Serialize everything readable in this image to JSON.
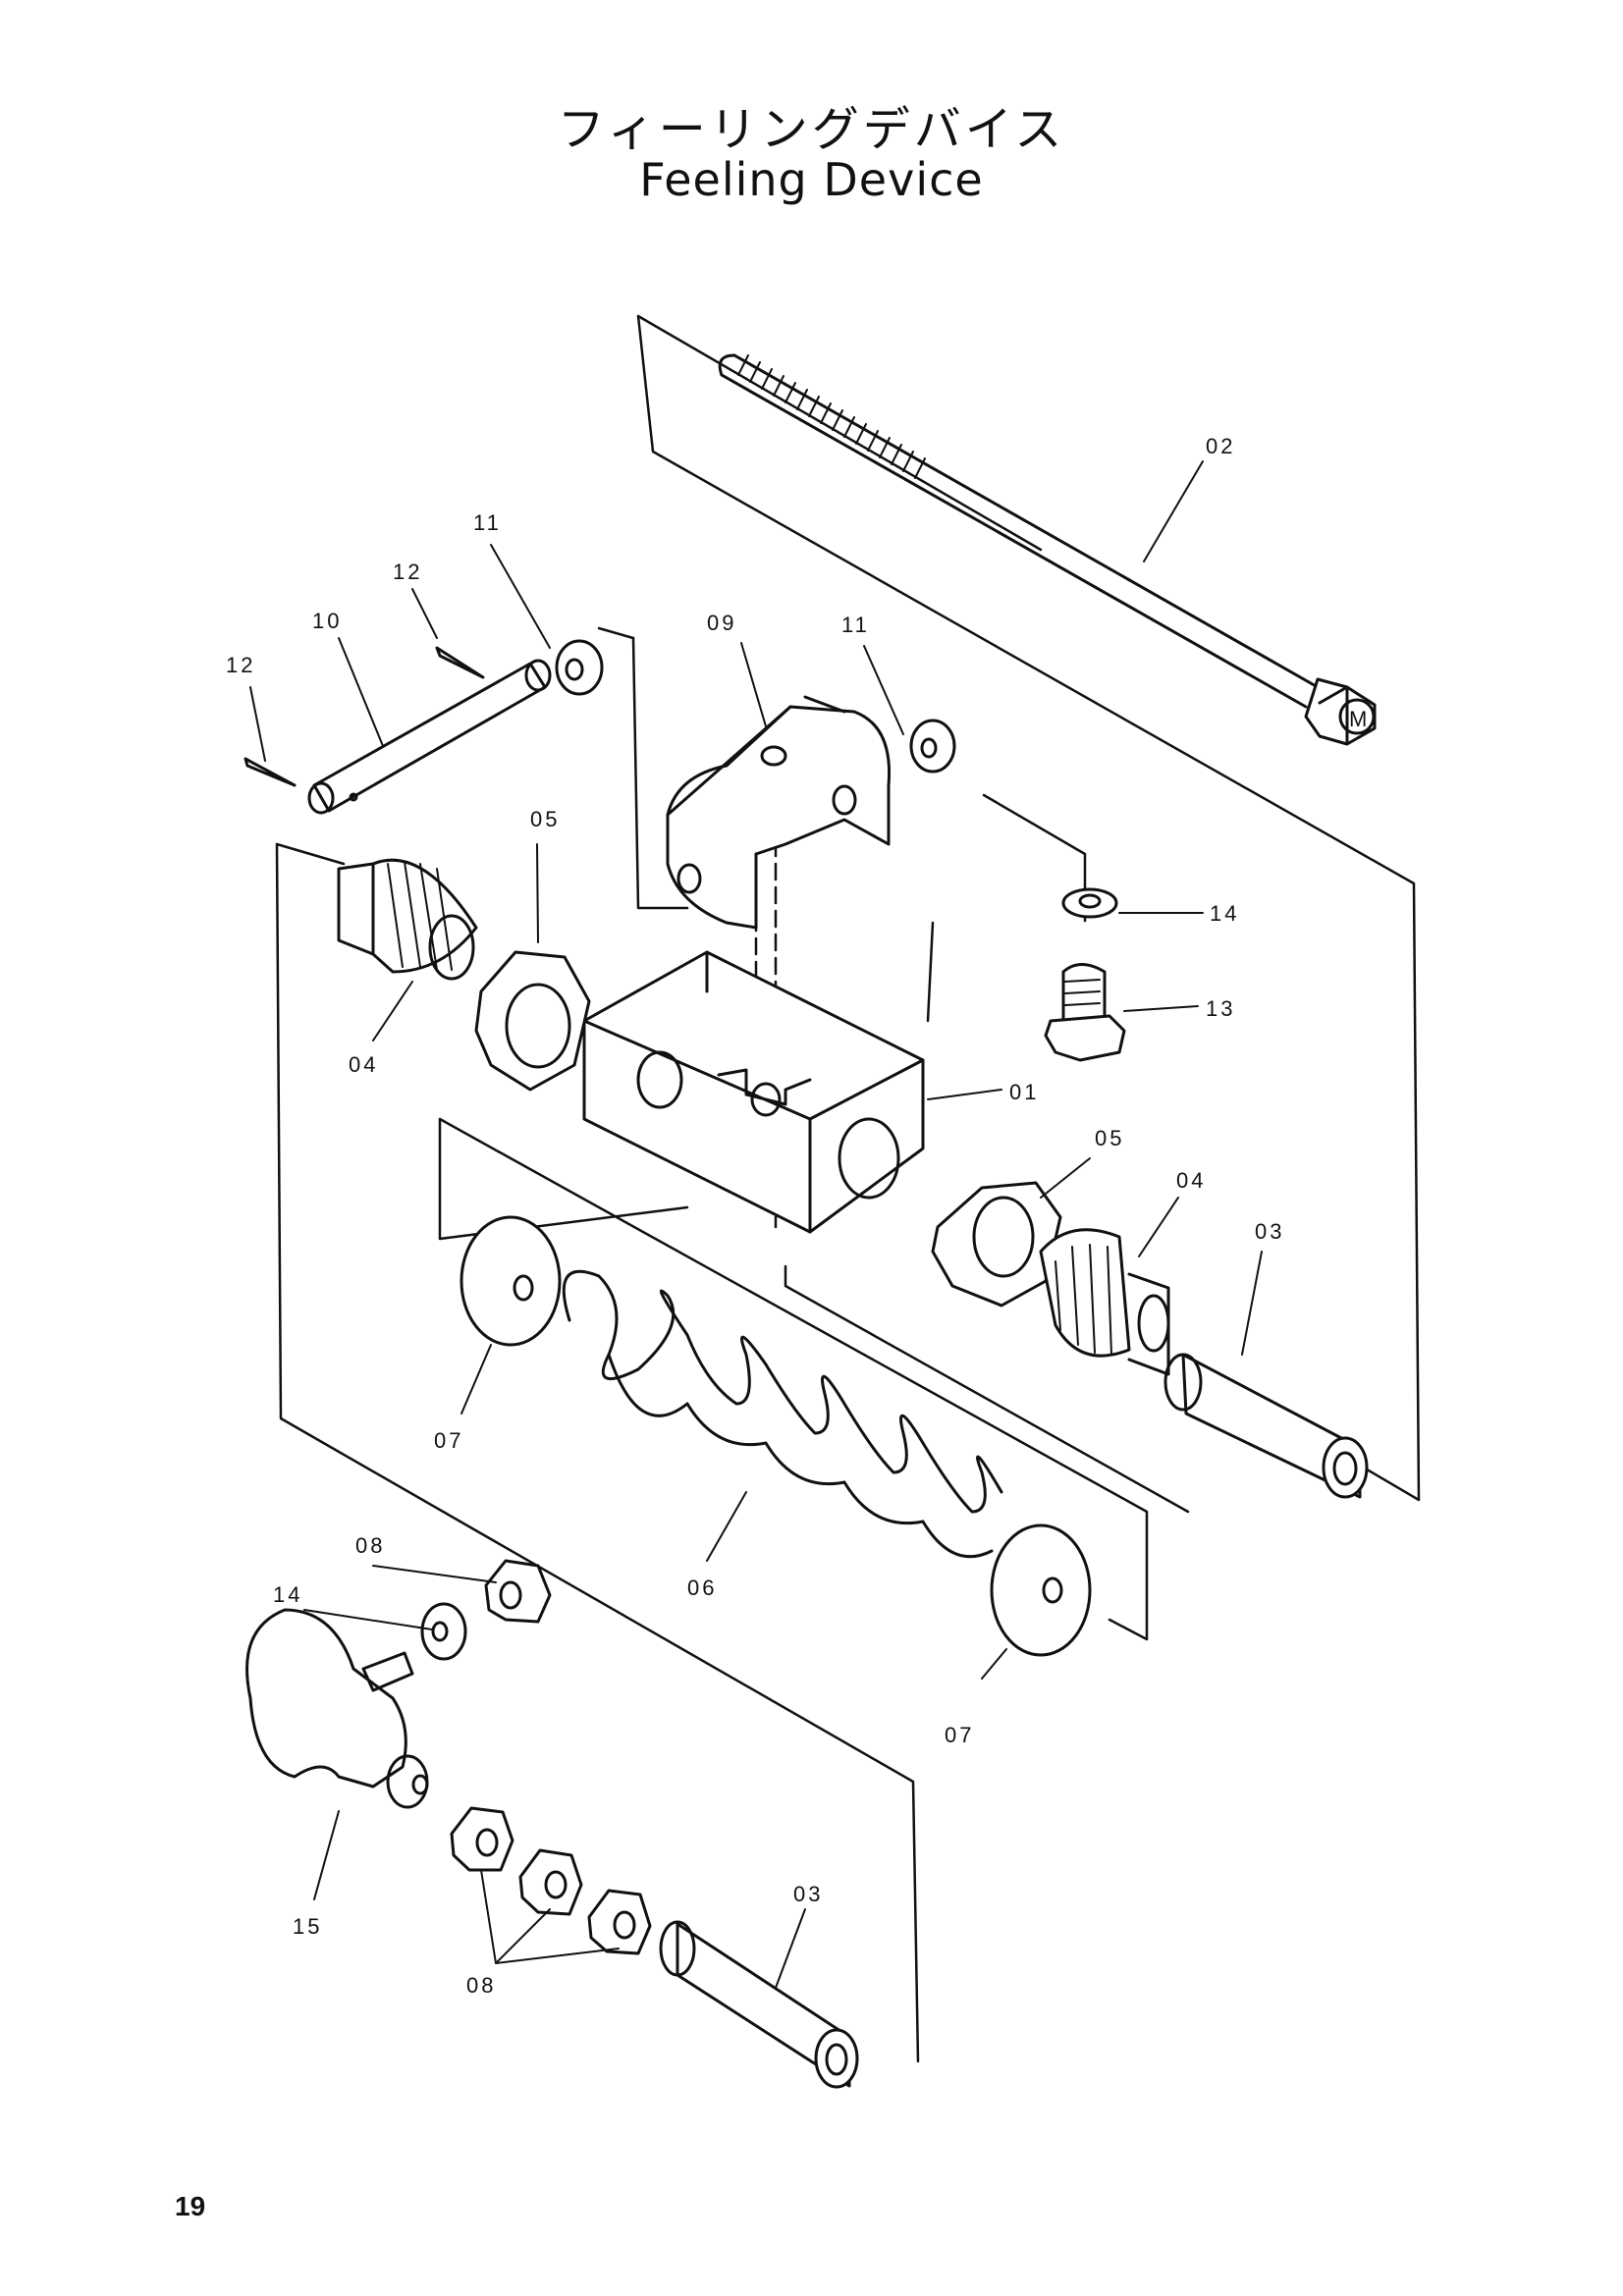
{
  "title": {
    "japanese": "フィーリングデバイス",
    "english": "Feeling Device"
  },
  "page_number": "19",
  "callouts": {
    "c01": "01",
    "c02": "02",
    "c03a": "03",
    "c03b": "03",
    "c04a": "04",
    "c04b": "04",
    "c05a": "05",
    "c05b": "05",
    "c06": "06",
    "c07a": "07",
    "c07b": "07",
    "c08a": "08",
    "c08b": "08",
    "c09": "09",
    "c10": "10",
    "c11a": "11",
    "c11b": "11",
    "c12a": "12",
    "c12b": "12",
    "c13": "13",
    "c14a": "14",
    "c14b": "14",
    "c15": "15"
  },
  "bolt_head_mark": "M"
}
